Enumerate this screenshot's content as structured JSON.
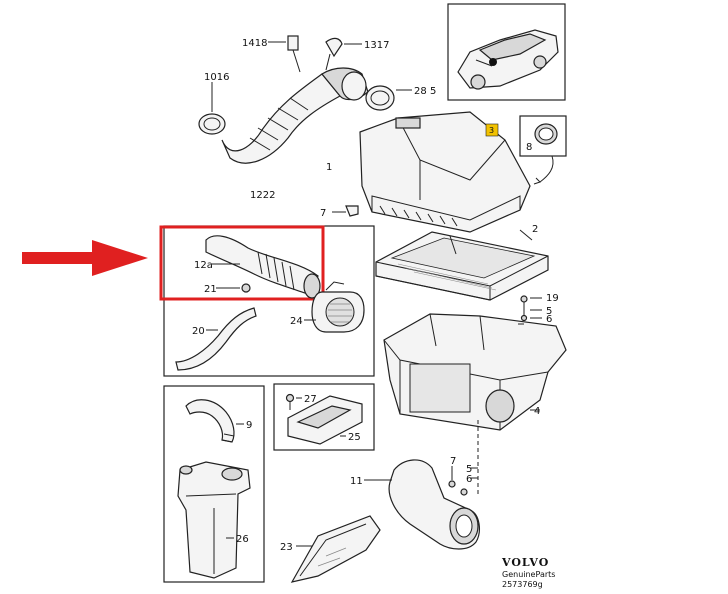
{
  "diagram": {
    "labels": {
      "l1418": "1418",
      "l1317": "1317",
      "l1016": "1016",
      "l28": "28",
      "l5a": "5",
      "l1": "1",
      "l3": "3",
      "l8": "8",
      "l1222": "1222",
      "l7a": "7",
      "l2": "2",
      "l12a": "12a",
      "l21": "21",
      "l24": "24",
      "l20": "20",
      "l19": "19",
      "l5b": "5",
      "l6a": "6",
      "l4": "4",
      "l27": "27",
      "l25": "25",
      "l9": "9",
      "l26": "26",
      "l7b": "7",
      "l5c": "5",
      "l6b": "6",
      "l11": "11",
      "l23": "23"
    },
    "brand": {
      "name": "VOLVO",
      "tagline": "GenuineParts",
      "code": "2573769g"
    },
    "colors": {
      "arrow": "#e02020",
      "highlight_box": "#e02020",
      "callout_3_bg": "#f2c200"
    }
  }
}
